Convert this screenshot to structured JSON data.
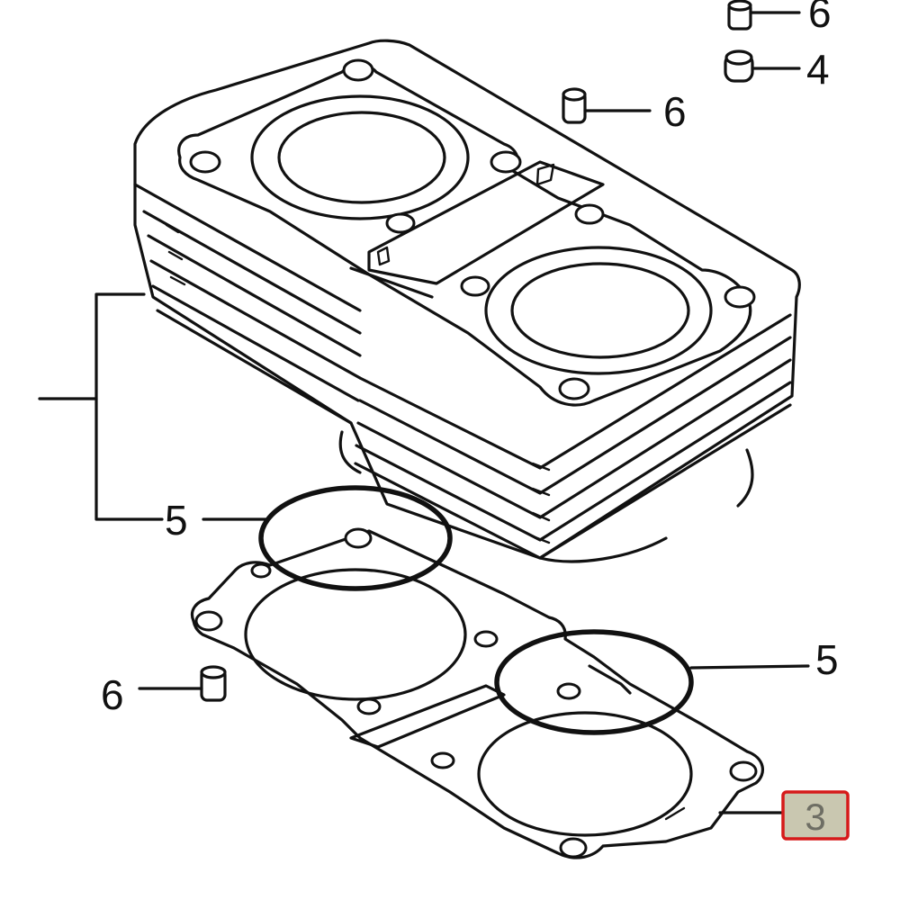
{
  "callouts": {
    "top_dowel": "6",
    "top_oring": "4",
    "upper_dowel": "6",
    "left_oring": "5",
    "right_oring": "5",
    "lower_dowel": "6",
    "gasket": "3"
  },
  "highlight": {
    "border_color": "#d61a1a",
    "fill_color": "#c9c7b0"
  }
}
